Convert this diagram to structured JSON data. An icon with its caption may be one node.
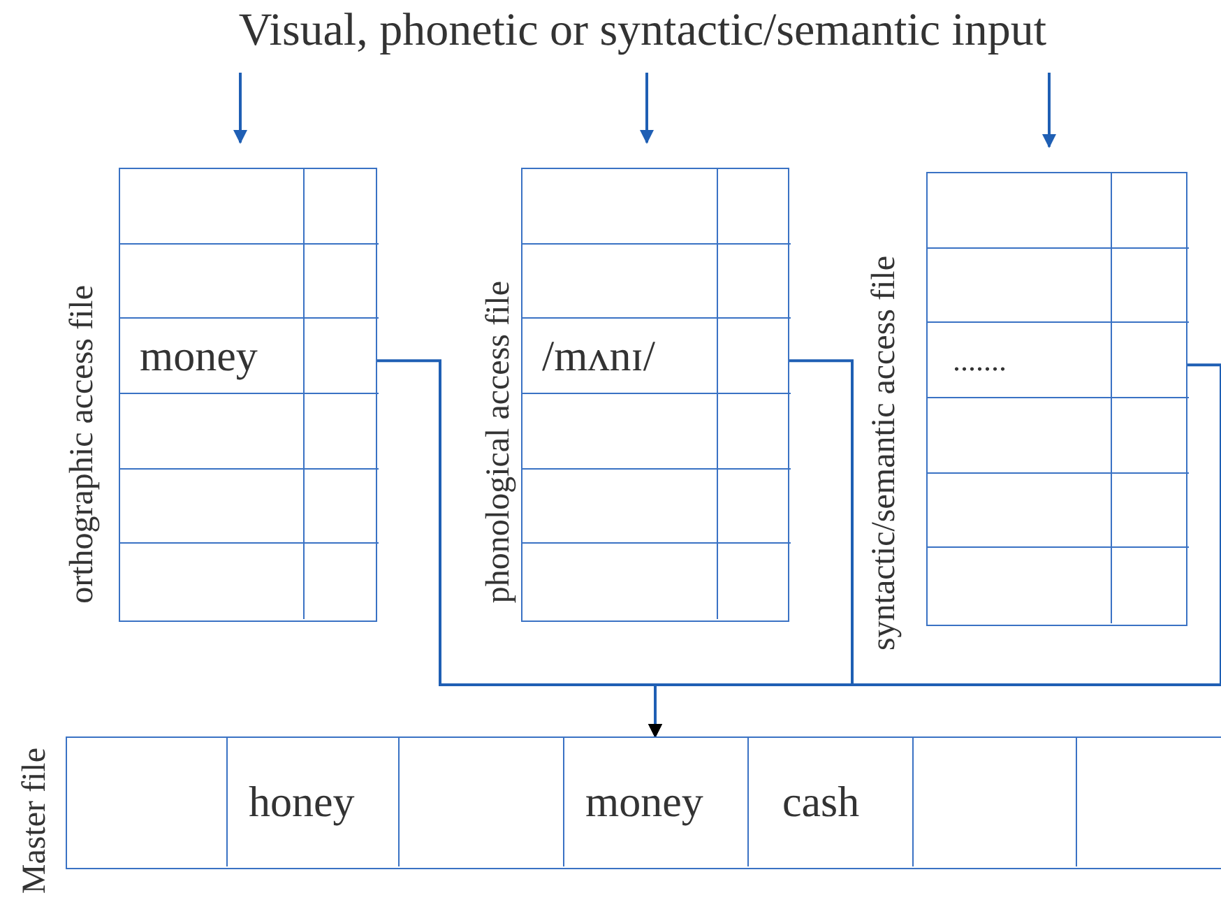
{
  "diagram": {
    "nodes": [
      {
        "text": [
          "Visual, phonetic or syntactic/semantic input"
        ]
      },
      {
        "text": [
          "orthographic access file"
        ]
      },
      {
        "text": [
          "money"
        ],
        "in": 1
      },
      {
        "text": [
          "phonological access file"
        ]
      },
      {
        "text": [
          "/mʌnɪ/"
        ],
        "in": 3
      },
      {
        "text": [
          "syntactic/semantic access file"
        ]
      },
      {
        "text": [
          "......."
        ],
        "in": 5
      },
      {
        "text": [
          "Master file"
        ]
      },
      {
        "text": [
          "honey"
        ],
        "in": 7
      },
      {
        "text": [
          "money"
        ],
        "in": 7
      },
      {
        "text": [
          "cash"
        ],
        "in": 7
      }
    ],
    "edges": [
      {
        "from": 0,
        "to": 1,
        "arrow": "to"
      },
      {
        "from": 0,
        "to": 3,
        "arrow": "to"
      },
      {
        "from": 0,
        "to": 5,
        "arrow": "to"
      },
      {
        "from": 2,
        "to": 9,
        "arrow": "to"
      },
      {
        "from": 4,
        "to": 9,
        "arrow": "to"
      },
      {
        "from": 6,
        "to": 9,
        "arrow": "to"
      }
    ]
  }
}
